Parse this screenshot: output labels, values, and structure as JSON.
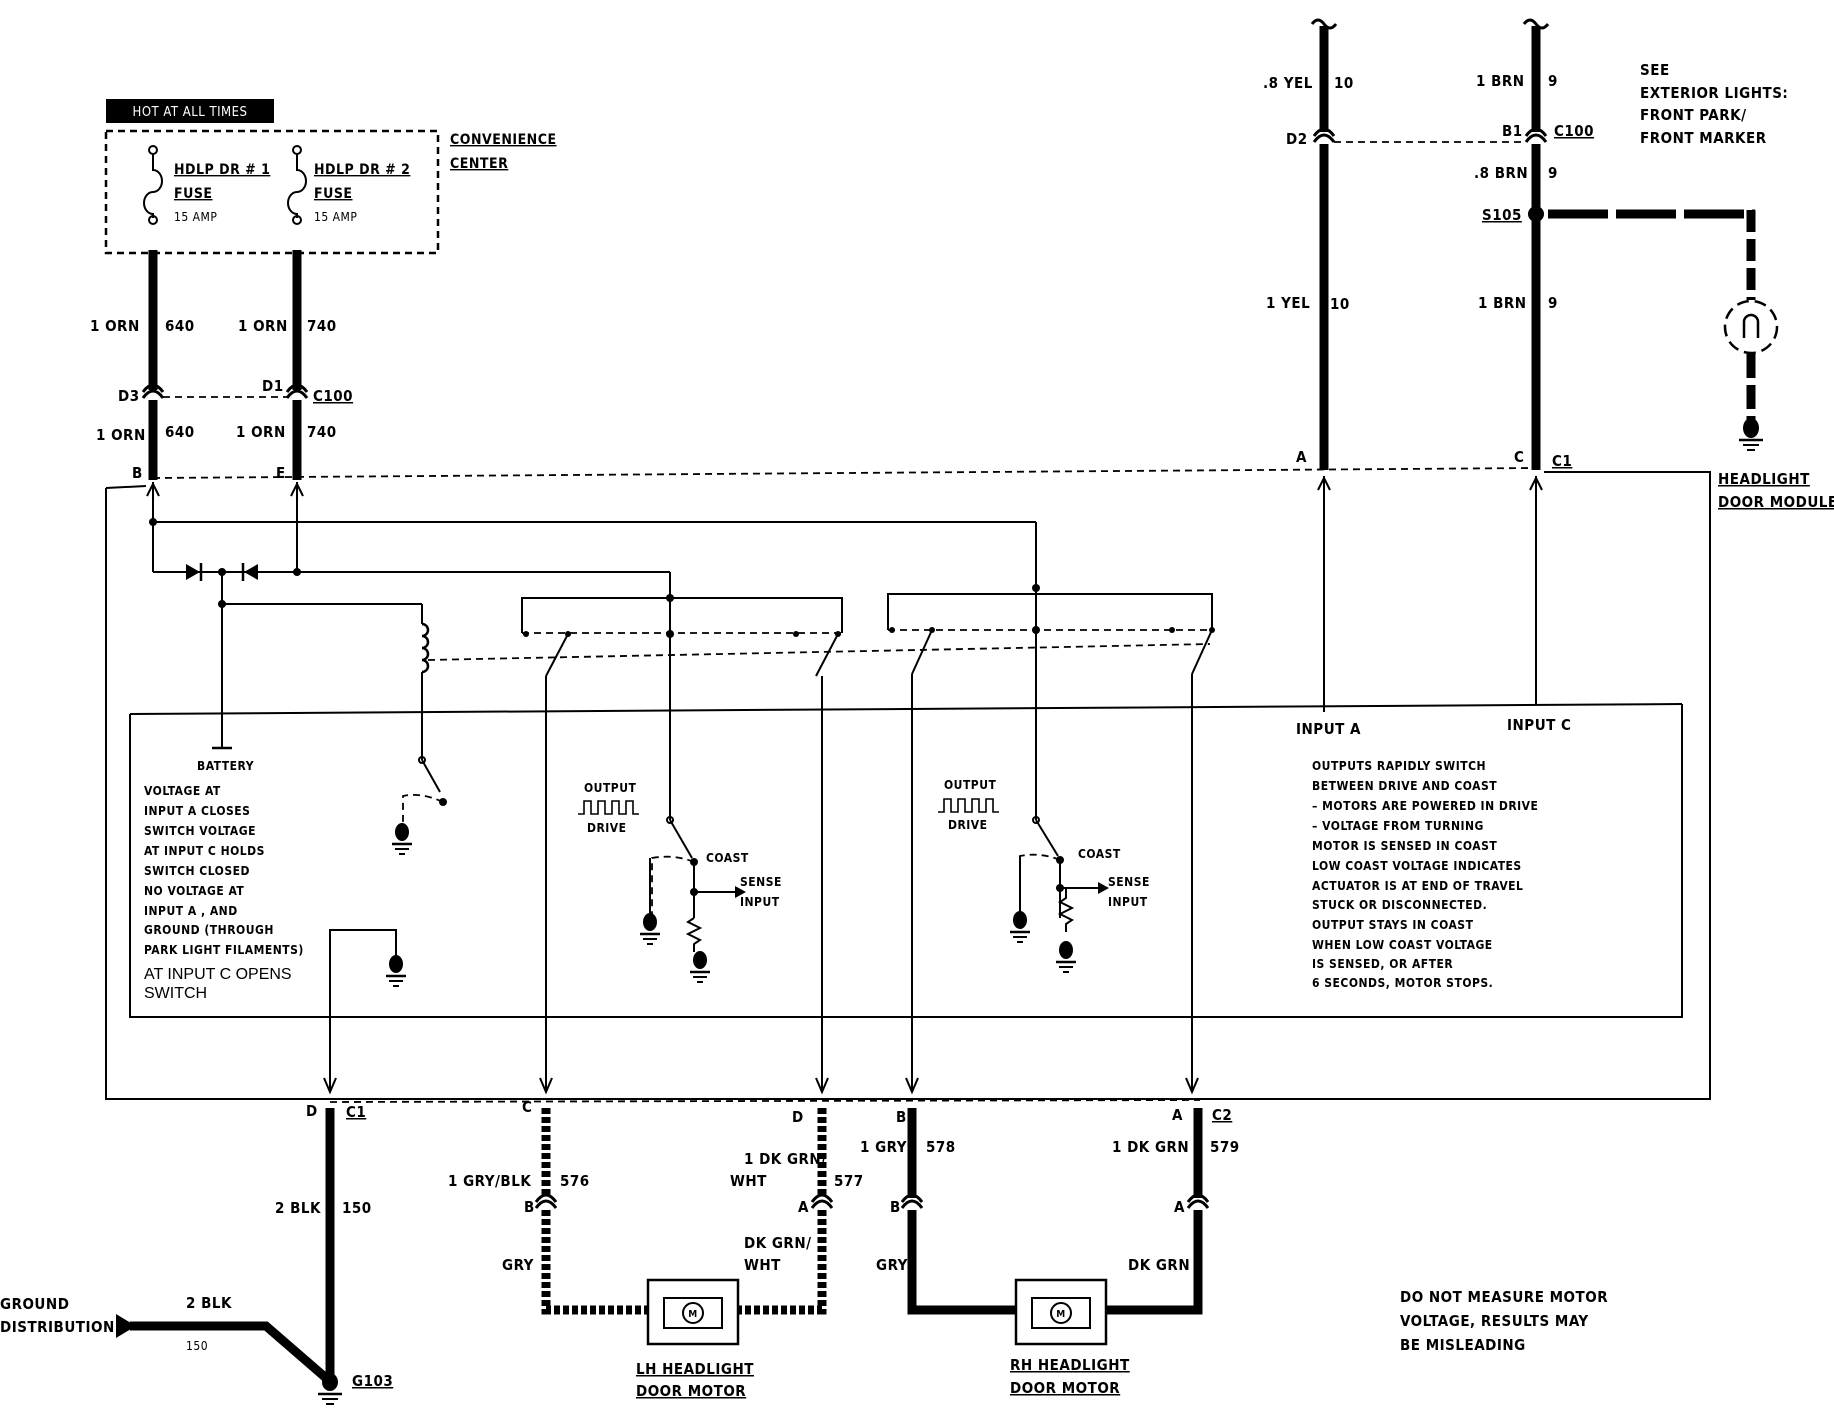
{
  "header": {
    "hot_label": "HOT AT ALL TIMES"
  },
  "convenience_center": {
    "label_line1": "CONVENIENCE",
    "label_line2": "CENTER",
    "fuse1": {
      "line1": "HDLP DR # 1",
      "line2": "FUSE",
      "rating": "15 AMP"
    },
    "fuse2": {
      "line1": "HDLP DR # 2",
      "line2": "FUSE",
      "rating": "15 AMP"
    }
  },
  "wires": {
    "w640_upper": {
      "gauge": "1 ORN",
      "circuit": "640"
    },
    "w740_upper": {
      "gauge": "1 ORN",
      "circuit": "740"
    },
    "w640_lower": {
      "gauge": "1 ORN",
      "circuit": "640"
    },
    "w740_lower": {
      "gauge": "1 ORN",
      "circuit": "740"
    },
    "w10_upper": {
      "gauge": ".8 YEL",
      "circuit": "10"
    },
    "w10_lower": {
      "gauge": "1 YEL",
      "circuit": "10"
    },
    "w9_upper": {
      "gauge": "1 BRN",
      "circuit": "9"
    },
    "w9_mid": {
      "gauge": ".8 BRN",
      "circuit": "9"
    },
    "w9_lower": {
      "gauge": "1 BRN",
      "circuit": "9"
    },
    "w150": {
      "gauge": "2 BLK",
      "circuit": "150"
    },
    "w576": {
      "gauge": "1 GRY/BLK",
      "circuit": "576"
    },
    "w577": {
      "gauge_line1": "1 DK GRN/",
      "gauge_line2": "WHT",
      "circuit": "577"
    },
    "w578": {
      "gauge": "1 GRY",
      "circuit": "578"
    },
    "w579": {
      "gauge": "1 DK GRN",
      "circuit": "579"
    },
    "gry_left": "GRY",
    "dkgrn_wht_line1": "DK GRN/",
    "dkgrn_wht_line2": "WHT",
    "gry_right": "GRY",
    "dkgrn_right": "DK GRN",
    "ground_wire_gauge": "2 BLK",
    "ground_wire_circuit": "150"
  },
  "connectors": {
    "c100": "C100",
    "c100_top": "C100",
    "c1_top": "C1",
    "c1_bottom": "C1",
    "c2": "C2",
    "d3": "D3",
    "d1": "D1",
    "d2": "D2",
    "b1": "B1",
    "pin_b_top": "B",
    "pin_e_top": "E",
    "pin_a_top": "A",
    "pin_c_top": "C",
    "pin_d_bot": "D",
    "pin_c_bot": "C",
    "pin_d2_bot": "D",
    "pin_b_bot": "B",
    "pin_a_bot": "A",
    "mot_b_left": "B",
    "mot_a_left": "A",
    "mot_b_right": "B",
    "mot_a_right": "A"
  },
  "splice": "S105",
  "ground_g103": "G103",
  "see_note": {
    "line1": "SEE",
    "line2": "EXTERIOR LIGHTS:",
    "line3": "FRONT PARK/",
    "line4": "FRONT MARKER"
  },
  "module": {
    "line1": "HEADLIGHT",
    "line2": "DOOR MODULE"
  },
  "inputs": {
    "a": "INPUT A",
    "c": "INPUT C"
  },
  "battery": "BATTERY",
  "left_desc": [
    "VOLTAGE AT",
    "INPUT A CLOSES",
    "SWITCH  VOLTAGE",
    "AT INPUT C HOLDS",
    "SWITCH CLOSED",
    "NO VOLTAGE AT",
    "INPUT A , AND",
    "GROUND (THROUGH",
    "PARK LIGHT FILAMENTS)"
  ],
  "left_desc_tail": [
    "AT INPUT C OPENS",
    "SWITCH"
  ],
  "output_drive": {
    "line1": "OUTPUT",
    "line2": "DRIVE"
  },
  "coast": "COAST",
  "sense": {
    "line1": "SENSE",
    "line2": "INPUT"
  },
  "right_desc": [
    "OUTPUTS RAPIDLY SWITCH",
    "BETWEEN DRIVE AND COAST",
    "– MOTORS ARE POWERED IN DRIVE",
    "– VOLTAGE FROM TURNING",
    "   MOTOR IS SENSED IN COAST",
    "LOW COAST VOLTAGE INDICATES",
    "ACTUATOR IS AT END OF TRAVEL",
    "STUCK OR DISCONNECTED.",
    "OUTPUT STAYS IN COAST",
    "WHEN LOW COAST VOLTAGE",
    "IS SENSED, OR AFTER",
    "6 SECONDS, MOTOR STOPS."
  ],
  "ground_distribution": {
    "line1": "GROUND",
    "line2": "DISTRIBUTION"
  },
  "motor_symbol": "M",
  "lh_motor": {
    "line1": "LH HEADLIGHT",
    "line2": "DOOR MOTOR"
  },
  "rh_motor": {
    "line1": "RH HEADLIGHT",
    "line2": "DOOR MOTOR"
  },
  "warning": {
    "line1": "DO NOT MEASURE MOTOR",
    "line2": "VOLTAGE, RESULTS MAY",
    "line3": "BE MISLEADING"
  }
}
